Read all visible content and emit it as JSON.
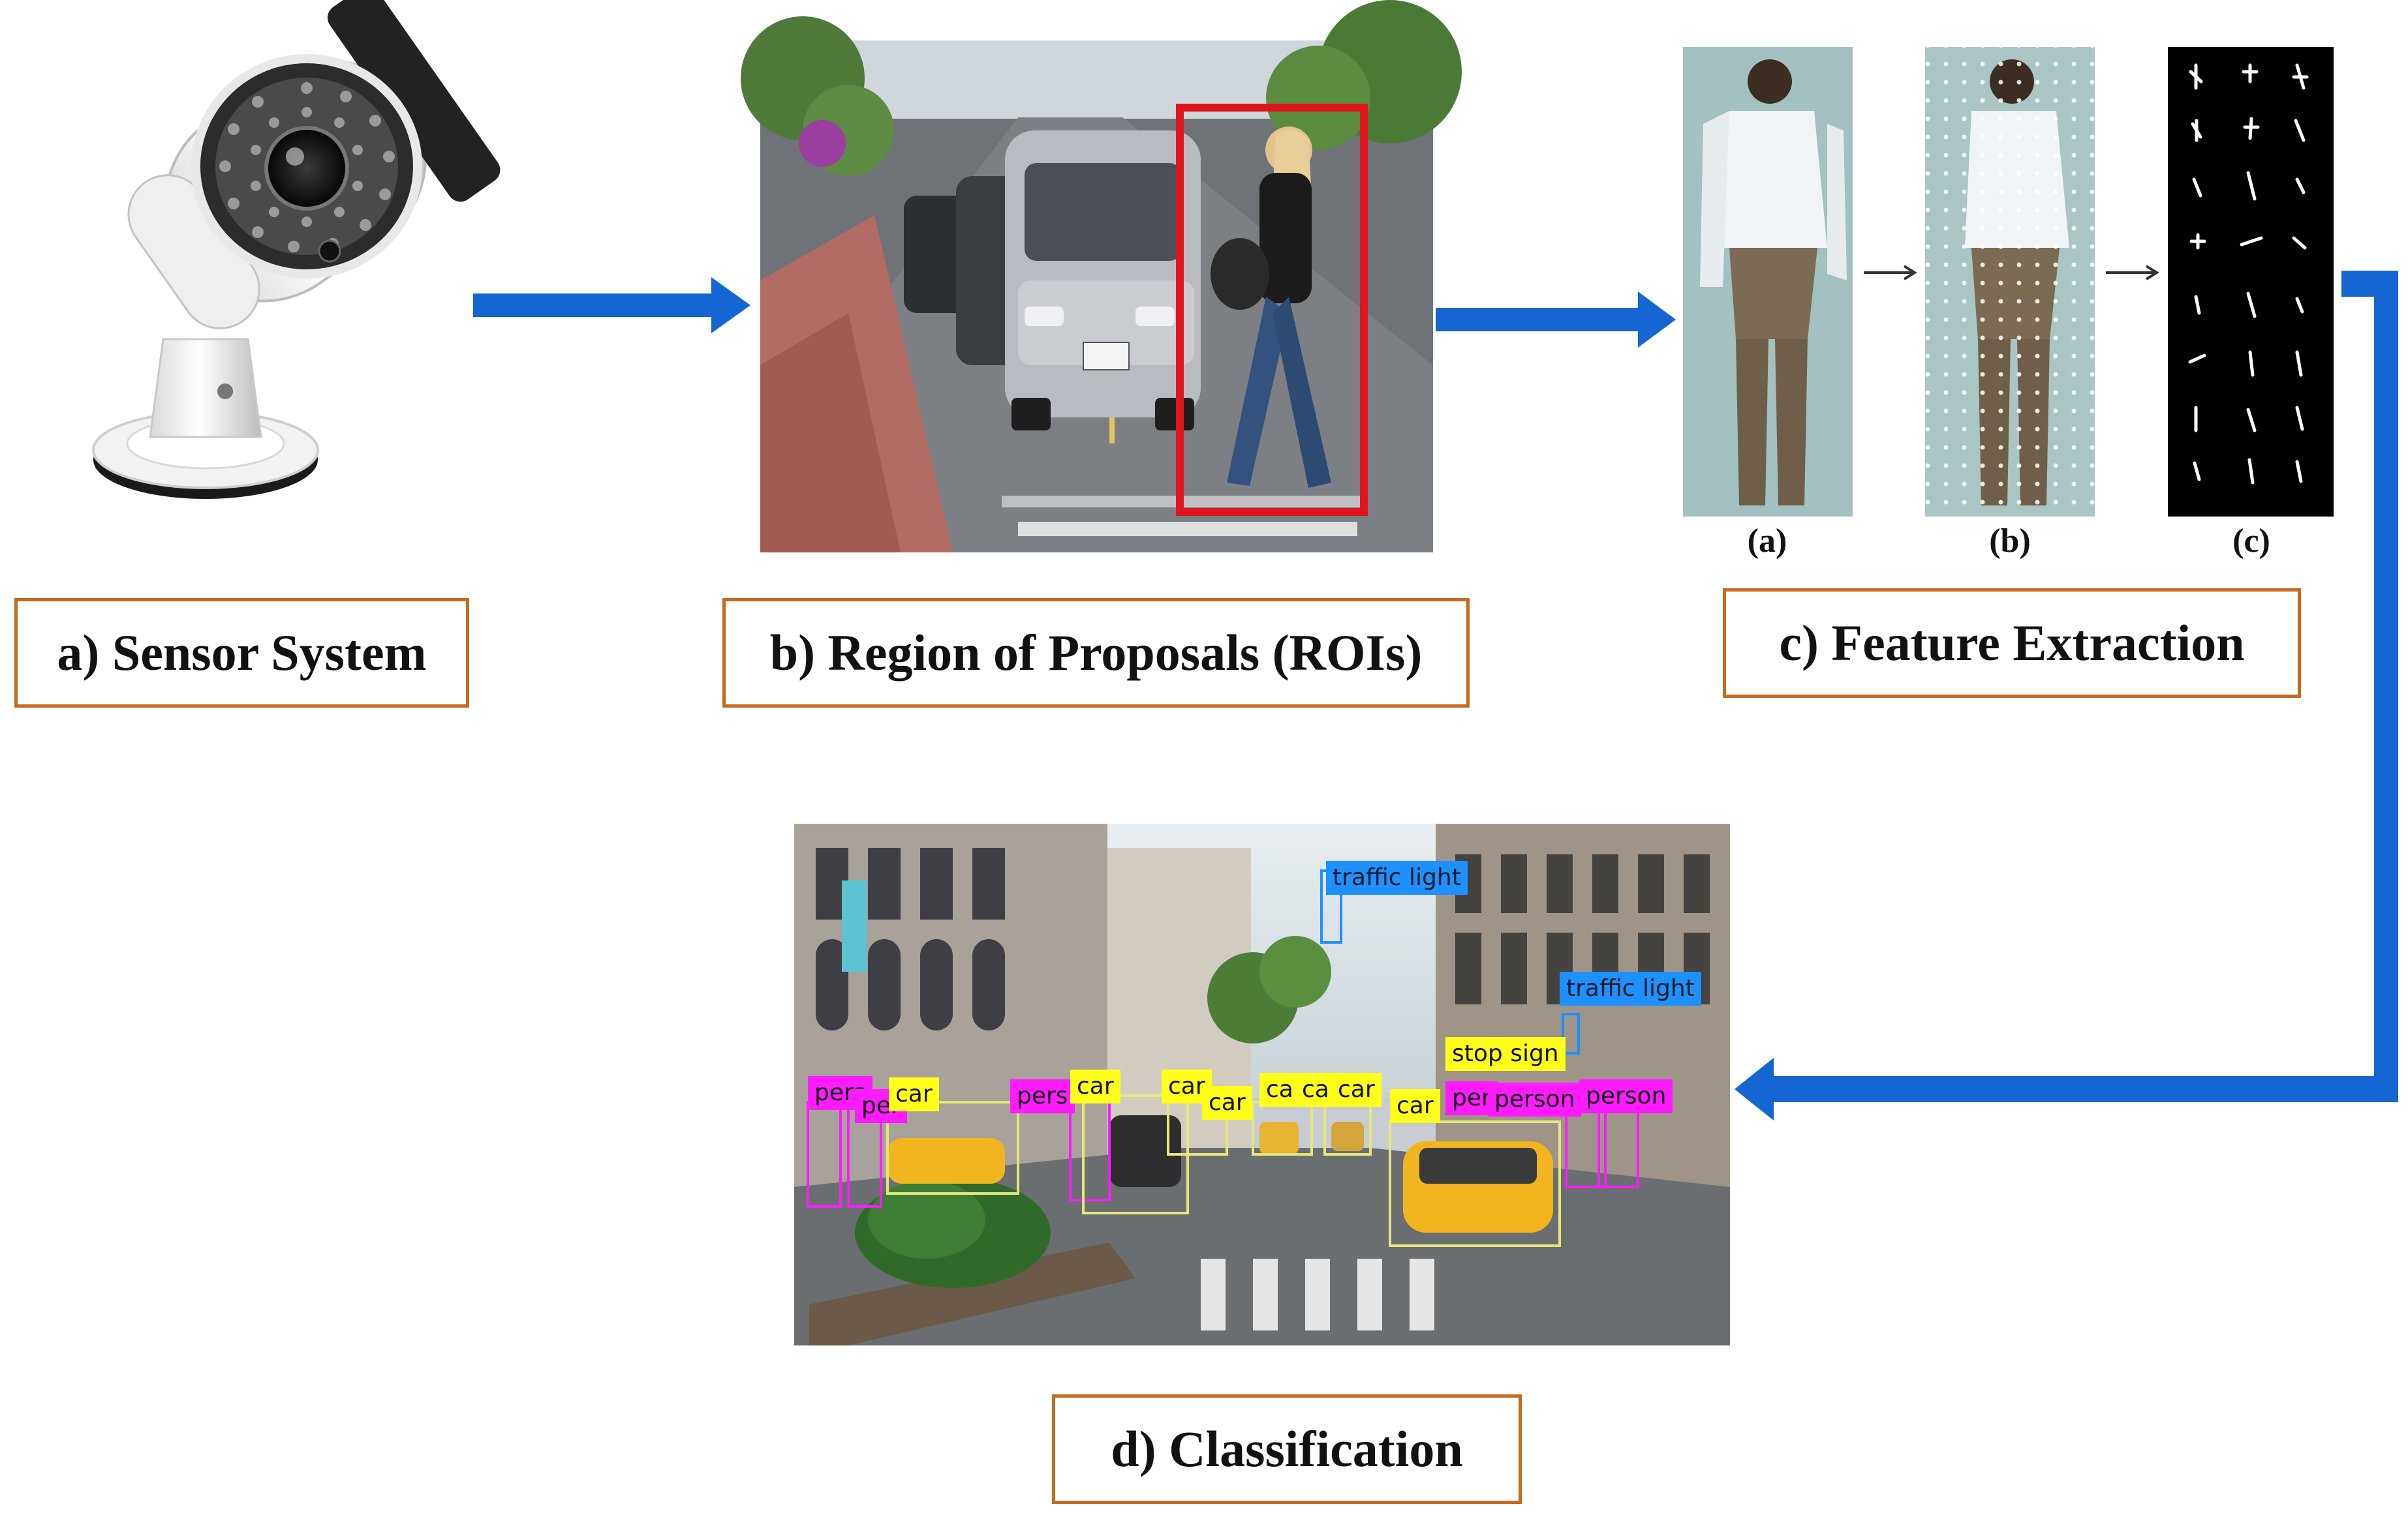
{
  "labels": {
    "a": "a) Sensor System",
    "b": "b) Region of Proposals (ROIs)",
    "c": "c) Feature Extraction",
    "d": "d) Classification"
  },
  "feature_steps": [
    "(a)",
    "(b)",
    "(c)"
  ],
  "detections": {
    "traffic_light_1": "traffic light",
    "traffic_light_2": "traffic light",
    "stop_sign": "stop sign",
    "person_tags": [
      "pers",
      "per",
      "pers",
      "per",
      "person",
      "person"
    ],
    "car_tags": [
      "car",
      "car",
      "car",
      "car",
      "car",
      "car",
      "car",
      "car"
    ]
  },
  "colors": {
    "arrow": "#1466D2",
    "label_border": "#C56A1E",
    "roi_box": "#E0141B",
    "person_tag": "#FF1BFF",
    "car_tag": "#FFFF1A",
    "traffic_tag": "#1E90FF"
  }
}
